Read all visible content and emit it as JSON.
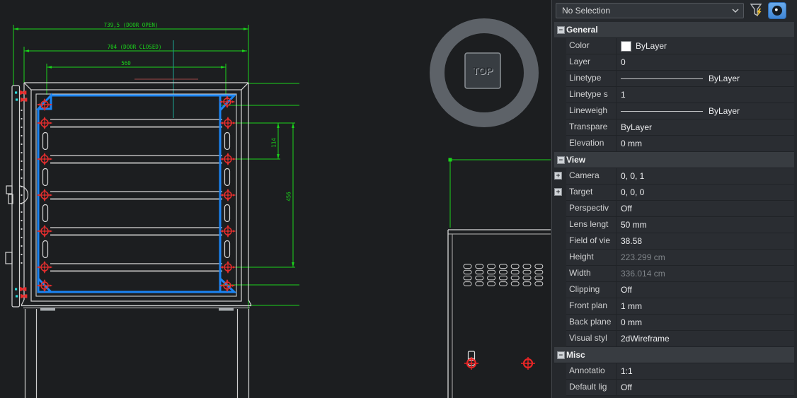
{
  "properties_panel": {
    "selector": {
      "value": "No Selection"
    },
    "toolbar_icons": [
      {
        "name": "chevron-down-icon"
      },
      {
        "name": "filter-lightning-icon"
      },
      {
        "name": "eye-icon"
      }
    ],
    "sections": [
      {
        "title": "General",
        "rows": [
          {
            "label": "Color",
            "value": "ByLayer",
            "swatch": "#ffffff"
          },
          {
            "label": "Layer",
            "value": "0"
          },
          {
            "label": "Linetype",
            "value": "ByLayer",
            "line_sample": true
          },
          {
            "label": "Linetype s",
            "value": "1"
          },
          {
            "label": "Lineweigh",
            "value": "ByLayer",
            "line_sample": true
          },
          {
            "label": "Transpare",
            "value": "ByLayer"
          },
          {
            "label": "Elevation",
            "value": "0 mm"
          }
        ]
      },
      {
        "title": "View",
        "rows": [
          {
            "label": "Camera",
            "value": "0, 0, 1",
            "expand": true
          },
          {
            "label": "Target",
            "value": "0, 0, 0",
            "expand": true
          },
          {
            "label": "Perspectiv",
            "value": "Off"
          },
          {
            "label": "Lens lengt",
            "value": "50 mm"
          },
          {
            "label": "Field of vie",
            "value": "38.58"
          },
          {
            "label": "Height",
            "value": "223.299 cm",
            "muted": true
          },
          {
            "label": "Width",
            "value": "336.014 cm",
            "muted": true
          },
          {
            "label": "Clipping",
            "value": "Off"
          },
          {
            "label": "Front plan",
            "value": "1 mm"
          },
          {
            "label": "Back plane",
            "value": "0 mm"
          },
          {
            "label": "Visual styl",
            "value": "2dWireframe"
          }
        ]
      },
      {
        "title": "Misc",
        "rows": [
          {
            "label": "Annotatio",
            "value": "1:1"
          },
          {
            "label": "Default lig",
            "value": "Off"
          }
        ]
      }
    ]
  },
  "viewport": {
    "view_cube": {
      "label": "TOP"
    },
    "front_view_dimensions": {
      "door_open": "739,5 (DOOR OPEN)",
      "door_closed": "704 (DOOR CLOSED)",
      "top_width": "560",
      "shelf_spacing": "114",
      "shelf_span": "456"
    },
    "shelf_count": 5,
    "colors": {
      "dimension_green": "#1bd41b",
      "selection_blue": "#1b84f2",
      "marker_red": "#e62e2e",
      "geometry_white": "#d9d9d9",
      "centerline_teal": "#1d8f82",
      "accent_red_line": "#a04848",
      "hinge_cyan": "#2bd9d9"
    }
  }
}
